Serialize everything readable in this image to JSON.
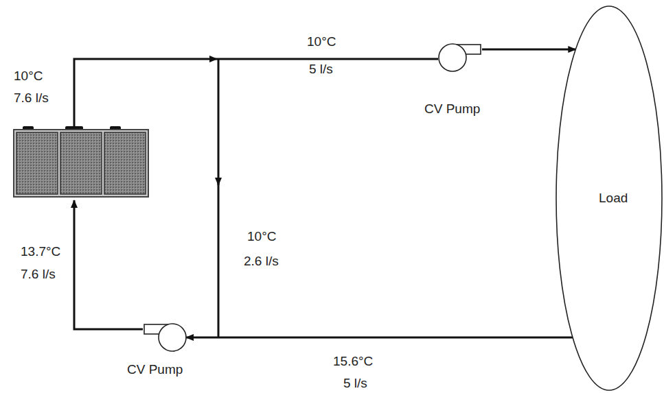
{
  "diagram": {
    "nodes": [
      {
        "text": [
          "CV Pump"
        ]
      },
      {
        "text": [
          "Load"
        ]
      },
      {
        "text": [
          "CV Pump"
        ]
      }
    ],
    "edges": [
      {
        "from": 0,
        "to": 1,
        "arrow": "to"
      },
      {
        "from": 1,
        "to": 2,
        "arrow": "to"
      }
    ],
    "labels": [
      "10°C",
      "7.6 l/s",
      "13.7°C",
      "7.6 l/s",
      "10°C",
      "5 l/s",
      "10°C",
      "2.6 l/s",
      "15.6°C",
      "5 l/s"
    ]
  }
}
